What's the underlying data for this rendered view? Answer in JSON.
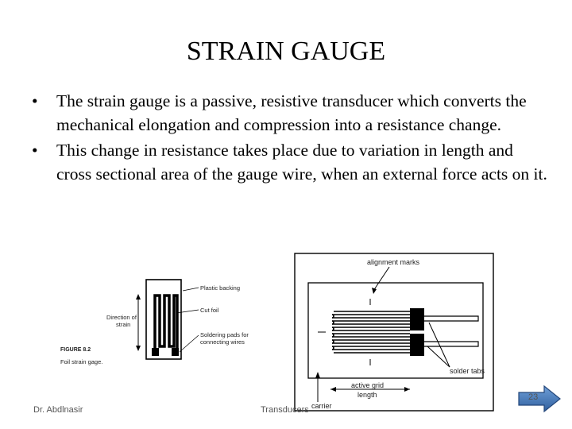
{
  "slide": {
    "title": "STRAIN GAUGE",
    "bullets": [
      {
        "marker": "•",
        "text": "The strain gauge is a passive, resistive transducer which converts the mechanical elongation and compression into a resistance change."
      },
      {
        "marker": "•",
        "text": "This change in resistance takes place due to variation in length and cross sectional area of the gauge wire, when an external force acts on it."
      }
    ]
  },
  "figure_foil": {
    "labels": {
      "plastic_backing": "Plastic backing",
      "cut_foil": "Cut foil",
      "soldering_line1": "Soldering pads for",
      "soldering_line2": "connecting wires",
      "direction_line1": "Direction of",
      "direction_line2": "strain",
      "figure_number": "FIGURE 8.2",
      "caption": "Foil strain gage."
    }
  },
  "figure_wire": {
    "labels": {
      "alignment_marks": "alignment marks",
      "solder_tabs": "solder tabs",
      "active_grid_line1": "active grid",
      "active_grid_line2": "length",
      "carrier": "carrier"
    }
  },
  "footer": {
    "author": "Dr. Abdlnasir",
    "topic": "Transducers",
    "page_number": "23"
  },
  "nav": {
    "next_icon": "right-arrow-icon",
    "color": "#3a6fb0"
  }
}
